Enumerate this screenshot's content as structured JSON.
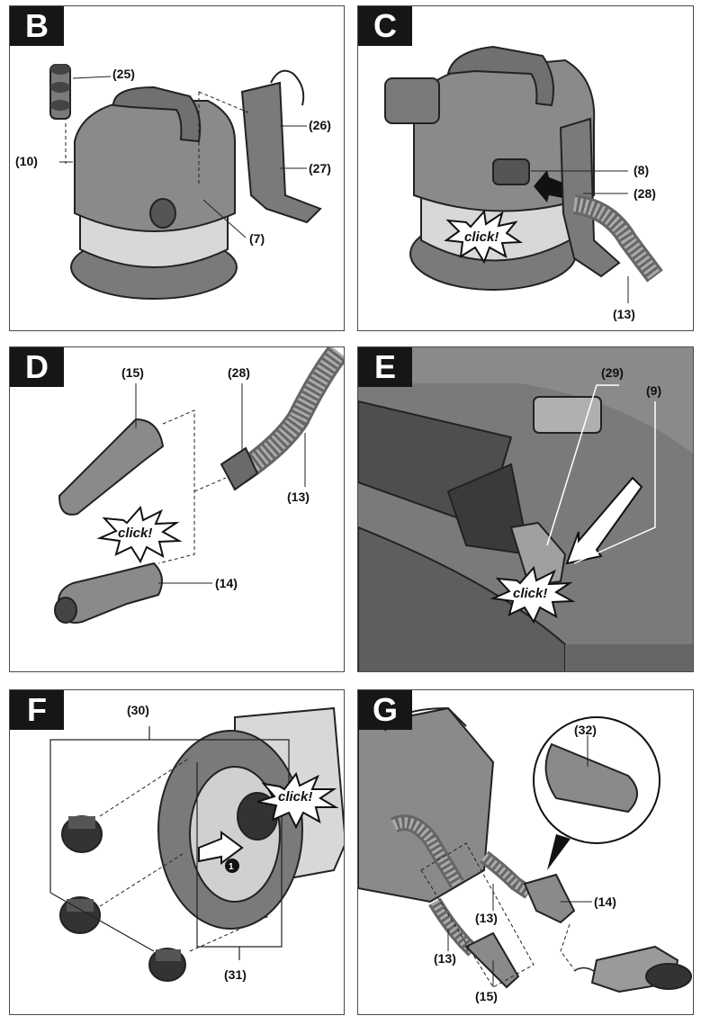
{
  "panels": {
    "B": {
      "letter": "B",
      "labels": {
        "l25": "(25)",
        "l10": "(10)",
        "l26": "(26)",
        "l27": "(27)",
        "l7": "(7)"
      }
    },
    "C": {
      "letter": "C",
      "labels": {
        "l8": "(8)",
        "l28": "(28)",
        "l13": "(13)"
      },
      "click": "click!"
    },
    "D": {
      "letter": "D",
      "labels": {
        "l15": "(15)",
        "l28": "(28)",
        "l13": "(13)",
        "l14": "(14)"
      },
      "click": "click!"
    },
    "E": {
      "letter": "E",
      "labels": {
        "l29": "(29)",
        "l9": "(9)"
      },
      "click": "click!"
    },
    "F": {
      "letter": "F",
      "labels": {
        "l30": "(30)",
        "l31": "(31)"
      },
      "click": "click!",
      "step": "1"
    },
    "G": {
      "letter": "G",
      "labels": {
        "l32": "(32)",
        "l14": "(14)",
        "l13a": "(13)",
        "l13b": "(13)",
        "l15": "(15)"
      }
    }
  }
}
